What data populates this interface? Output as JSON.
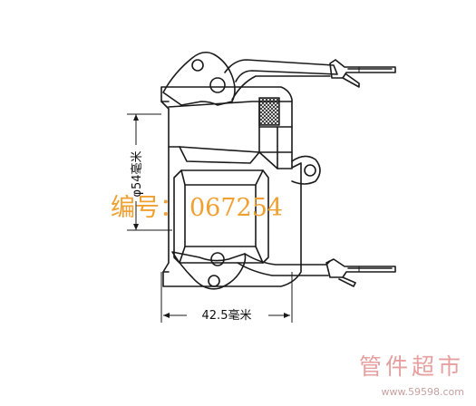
{
  "dimensions": {
    "diameter_label": "φ54毫米",
    "width_label": "42.5毫米"
  },
  "watermark": {
    "code_label": "编号：",
    "code_value": "067254",
    "brand": "管件超市",
    "url": "www.59598.com"
  },
  "colors": {
    "line": "#1a1a1a",
    "code_watermark": "#f0a030",
    "brand_watermark": "#e6a0a0"
  }
}
